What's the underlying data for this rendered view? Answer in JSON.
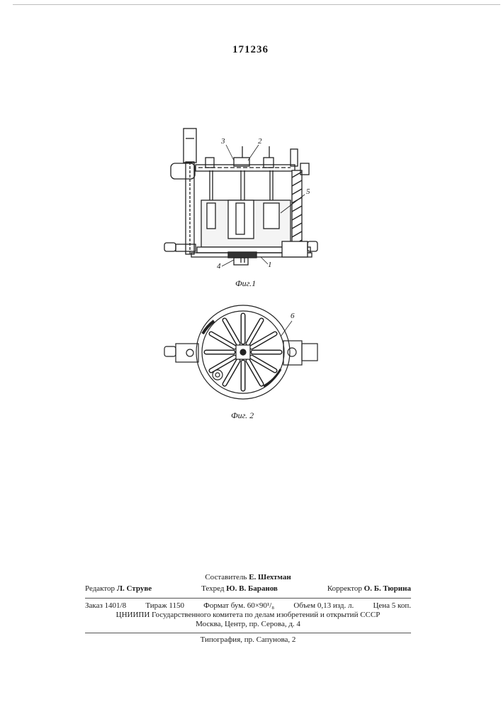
{
  "patent_number": "171236",
  "figures": {
    "fig1_caption": "Фиг.1",
    "fig2_caption": "Фиг. 2",
    "fig1_callouts": [
      "3",
      "2",
      "5",
      "4",
      "1"
    ],
    "fig2_callouts": [
      "6"
    ]
  },
  "credits": {
    "compiler_label": "Составитель",
    "compiler_name": "Е. Шехтман",
    "editor_label": "Редактор",
    "editor_name": "Л. Струве",
    "techred_label": "Техред",
    "techred_name": "Ю. В. Баранов",
    "corrector_label": "Корректор",
    "corrector_name": "О. Б. Тюрина"
  },
  "print_info": {
    "order": "Заказ 1401/8",
    "circulation": "Тираж 1150",
    "format": "Формат бум. 60×90¹/₈",
    "volume": "Объем 0,13 изд. л.",
    "price": "Цена 5 коп."
  },
  "publisher": {
    "line1": "ЦНИИПИ Государственного комитета по делам изобретений и открытий СССР",
    "line2": "Москва, Центр, пр. Серова, д. 4"
  },
  "printer": "Типография, пр. Сапунова, 2"
}
